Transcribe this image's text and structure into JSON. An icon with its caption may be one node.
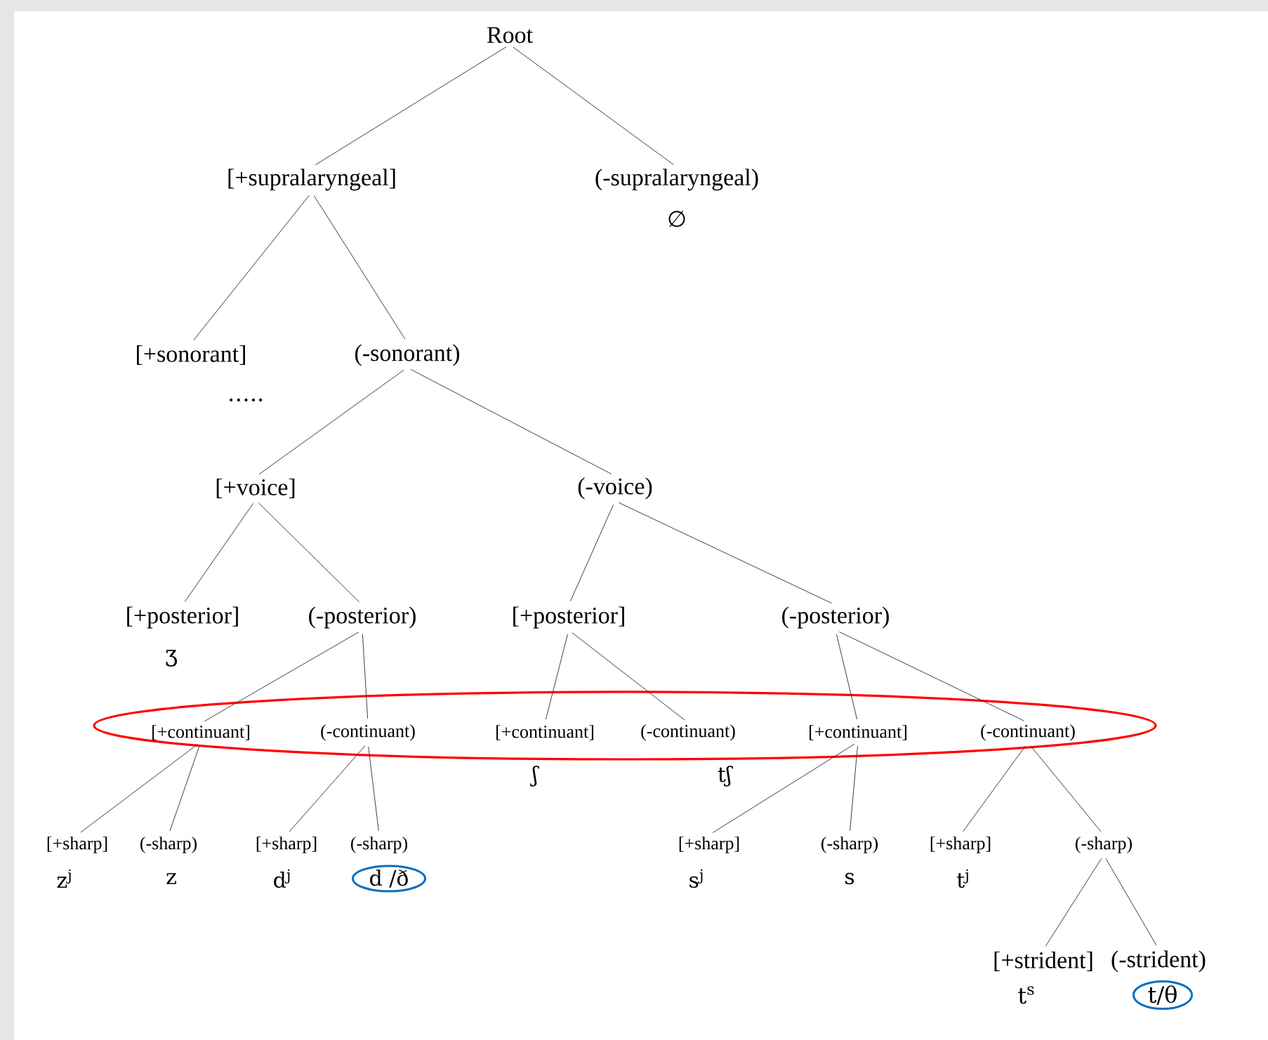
{
  "diagram": {
    "nodes": [
      {
        "text": [
          "Root"
        ]
      },
      {
        "text": [
          "[+supralaryngeal]"
        ]
      },
      {
        "text": [
          "(-supralaryngeal)",
          "∅"
        ]
      },
      {
        "text": [
          "[+sonorant]",
          "….."
        ]
      },
      {
        "text": [
          "(-sonorant)"
        ]
      },
      {
        "text": [
          "[+voice]"
        ]
      },
      {
        "text": [
          "(-voice)"
        ]
      },
      {
        "text": [
          "[+posterior]",
          "ʒ"
        ]
      },
      {
        "text": [
          "(-posterior)"
        ]
      },
      {
        "text": [
          "[+posterior]"
        ]
      },
      {
        "text": [
          "(-posterior)"
        ]
      },
      {
        "text": [
          "[+continuant]"
        ]
      },
      {
        "text": [
          "(-continuant)"
        ]
      },
      {
        "text": [
          "[+continuant]",
          "ʃ"
        ]
      },
      {
        "text": [
          "(-continuant)",
          "tʃ"
        ]
      },
      {
        "text": [
          "[+continuant]"
        ]
      },
      {
        "text": [
          "(-continuant)"
        ]
      },
      {
        "text": [
          "[+sharp]",
          "z$^{j}$"
        ]
      },
      {
        "text": [
          "(-sharp)",
          "z"
        ]
      },
      {
        "text": [
          "[+sharp]",
          "d$^{j}$"
        ]
      },
      {
        "text": [
          "(-sharp)",
          "d /ð"
        ]
      },
      {
        "text": [
          "[+sharp]",
          "s$^{j}$"
        ]
      },
      {
        "text": [
          "(-sharp)",
          "s"
        ]
      },
      {
        "text": [
          "[+sharp]",
          "t$^{j}$"
        ]
      },
      {
        "text": [
          "(-sharp)"
        ]
      },
      {
        "text": [
          "[+strident]",
          "t$^{s}$"
        ]
      },
      {
        "text": [
          "(-strident)",
          "t/θ"
        ]
      }
    ],
    "edges": [
      {
        "from": 0,
        "to": 1,
        "arrow": "none"
      },
      {
        "from": 0,
        "to": 2,
        "arrow": "none"
      },
      {
        "from": 1,
        "to": 3,
        "arrow": "none"
      },
      {
        "from": 1,
        "to": 4,
        "arrow": "none"
      },
      {
        "from": 4,
        "to": 5,
        "arrow": "none"
      },
      {
        "from": 4,
        "to": 6,
        "arrow": "none"
      },
      {
        "from": 5,
        "to": 7,
        "arrow": "none"
      },
      {
        "from": 5,
        "to": 8,
        "arrow": "none"
      },
      {
        "from": 6,
        "to": 9,
        "arrow": "none"
      },
      {
        "from": 6,
        "to": 10,
        "arrow": "none"
      },
      {
        "from": 8,
        "to": 11,
        "arrow": "none"
      },
      {
        "from": 8,
        "to": 12,
        "arrow": "none"
      },
      {
        "from": 9,
        "to": 13,
        "arrow": "none"
      },
      {
        "from": 9,
        "to": 14,
        "arrow": "none"
      },
      {
        "from": 10,
        "to": 15,
        "arrow": "none"
      },
      {
        "from": 10,
        "to": 16,
        "arrow": "none"
      },
      {
        "from": 11,
        "to": 17,
        "arrow": "none"
      },
      {
        "from": 11,
        "to": 18,
        "arrow": "none"
      },
      {
        "from": 12,
        "to": 19,
        "arrow": "none"
      },
      {
        "from": 12,
        "to": 20,
        "arrow": "none"
      },
      {
        "from": 15,
        "to": 21,
        "arrow": "none"
      },
      {
        "from": 15,
        "to": 22,
        "arrow": "none"
      },
      {
        "from": 16,
        "to": 23,
        "arrow": "none"
      },
      {
        "from": 16,
        "to": 24,
        "arrow": "none"
      },
      {
        "from": 24,
        "to": 25,
        "arrow": "none"
      },
      {
        "from": 24,
        "to": 26,
        "arrow": "none"
      }
    ]
  }
}
